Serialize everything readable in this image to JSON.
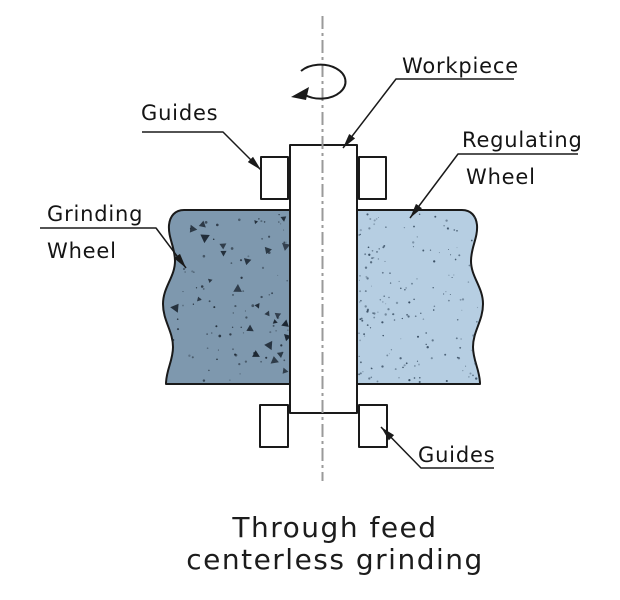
{
  "diagram": {
    "labels": {
      "guides_top": "Guides",
      "grinding_wheel_line1": "Grinding",
      "grinding_wheel_line2": "Wheel",
      "workpiece": "Workpiece",
      "regulating_wheel_line1": "Regulating",
      "regulating_wheel_line2": "Wheel",
      "guides_bottom": "Guides"
    },
    "caption": {
      "line1": "Through feed",
      "line2": "centerless grinding"
    },
    "colors": {
      "background": "#ffffff",
      "outline": "#1a1a1a",
      "centerline_gray": "#9a9a9a",
      "grinding_wheel_fill": "#7e98ae",
      "regulating_wheel_fill": "#b6cee2",
      "grit": "#1b2530",
      "dots": "#2e4358"
    }
  }
}
